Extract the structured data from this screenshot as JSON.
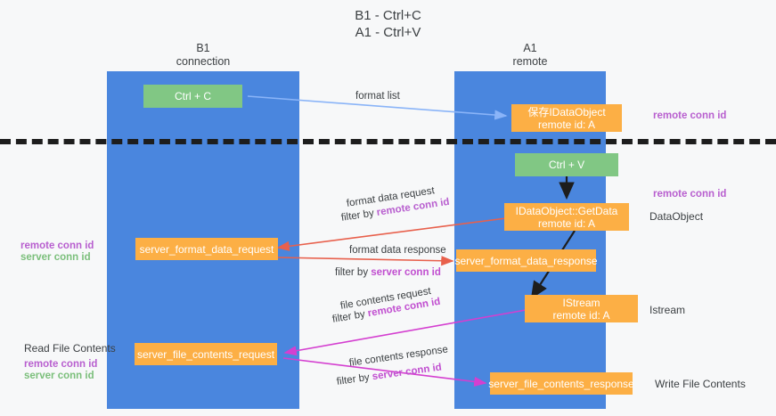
{
  "diagram": {
    "title_line1": "B1 - Ctrl+C",
    "title_line2": "A1 - Ctrl+V",
    "columns": [
      {
        "name": "B1",
        "role": "connection"
      },
      {
        "name": "A1",
        "role": "remote"
      }
    ],
    "colors": {
      "lane": "#4a86de",
      "green_node": "#81c784",
      "orange_node": "#fcaf45",
      "remote_conn_id": "#b85fcf",
      "server_conn_id": "#7bbf7b",
      "arrow_format_list": "#8ab4f8",
      "arrow_get_data": "#1d1d1d",
      "arrow_format_data": "#e8604c",
      "arrow_file_contents": "#d43fd0",
      "divider": "#1d1d1d"
    },
    "nodes": {
      "ctrl_c": "Ctrl + C",
      "save_idataobject_l1": "保存IDataObject",
      "save_idataobject_l2": "remote id: A",
      "ctrl_v": "Ctrl + V",
      "getdata_l1": "IDataObject::GetData",
      "getdata_l2": "remote id: A",
      "server_format_data_request": "server_format_data_request",
      "server_format_data_response": "server_format_data_response",
      "istream_l1": "IStream",
      "istream_l2": "remote id: A",
      "server_file_contents_request": "server_file_contents_request",
      "server_file_contents_response": "server_file_contents_response"
    },
    "edge_labels": {
      "format_list": "format list",
      "format_data_request": "format data request",
      "format_data_request_filter_pre": "filter by ",
      "format_data_request_filter_key": "remote conn id",
      "format_data_response": "format data response",
      "format_data_response_filter_pre": "filter by ",
      "format_data_response_filter_key": "server conn id",
      "file_contents_request": "file contents request",
      "file_contents_request_filter_pre": "filter by ",
      "file_contents_request_filter_key": "remote conn id",
      "file_contents_response": "file contents response",
      "file_contents_response_filter_pre": "filter by ",
      "file_contents_response_filter_key": "server conn id"
    },
    "right_annotations": {
      "remote_conn_id_top": "remote conn id",
      "remote_conn_id_mid": "remote conn id",
      "data_object": "DataObject",
      "istream": "Istream",
      "write_file_contents": "Write File Contents"
    },
    "left_annotations": {
      "remote_conn_id_mid": "remote conn id",
      "server_conn_id_mid": "server conn id",
      "read_file_contents": "Read File Contents",
      "remote_conn_id_bottom": "remote conn id",
      "server_conn_id_bottom": "server conn id"
    }
  }
}
